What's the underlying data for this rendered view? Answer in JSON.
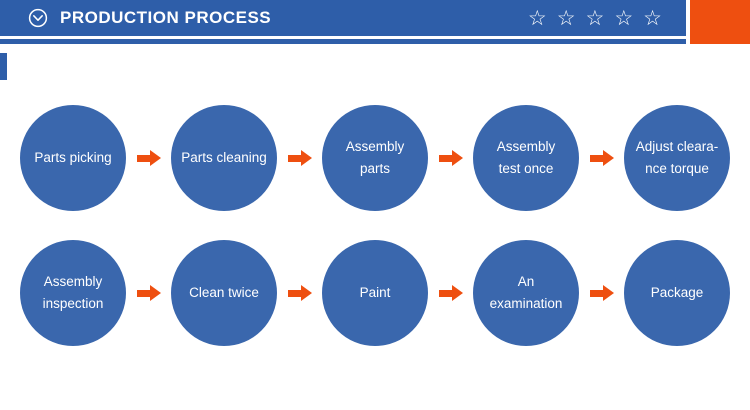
{
  "header": {
    "title": "PRODUCTION PROCESS",
    "star_glyph": "☆",
    "star_count": 5,
    "icon": "chevron-down-circle-icon"
  },
  "colors": {
    "blue": "#2e5ea9",
    "circle_blue": "#3a67ad",
    "orange": "#ee4f10"
  },
  "rows": [
    [
      "Parts picking",
      "Parts cleaning",
      "Assembly\nparts",
      "Assembly\ntest once",
      "Adjust cleara-\nnce torque"
    ],
    [
      "Assembly\ninspection",
      "Clean twice",
      "Paint",
      "An\nexamination",
      "Package"
    ]
  ]
}
